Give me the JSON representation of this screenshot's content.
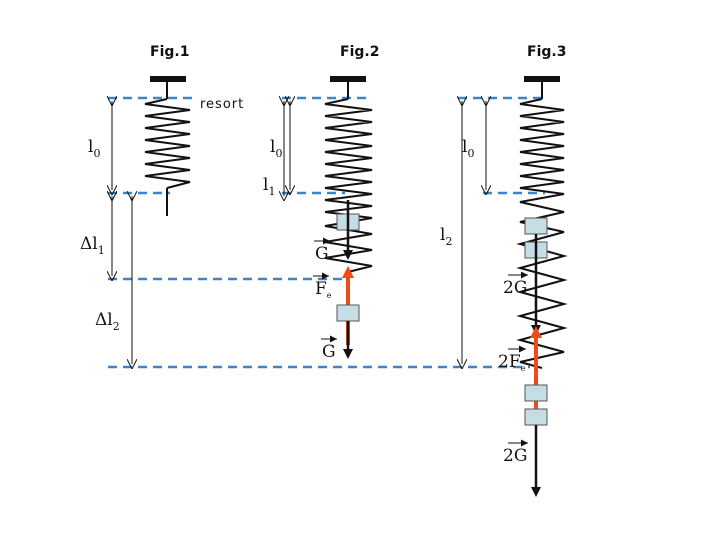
{
  "figures": [
    {
      "title": "Fig.1"
    },
    {
      "title": "Fig.2"
    },
    {
      "title": "Fig.3"
    }
  ],
  "annotation": "resort",
  "labels": {
    "l0_base": "l",
    "l0_sub": "0",
    "l1_base": "l",
    "l1_sub": "1",
    "l2_base": "l",
    "l2_sub": "2",
    "dl1_base": "Δl",
    "dl1_sub": "1",
    "dl2_base": "Δl",
    "dl2_sub": "2",
    "G": "G",
    "Fe_base": "F",
    "Fe_sub": "e",
    "twoG": "2G",
    "twoFe_base": "2F",
    "twoFe_sub": "e"
  },
  "colors": {
    "dashed_line": "#3a86c8",
    "force_arrow": "#f04a1a",
    "weight_block": "#c5dde5",
    "ink": "#111111"
  }
}
